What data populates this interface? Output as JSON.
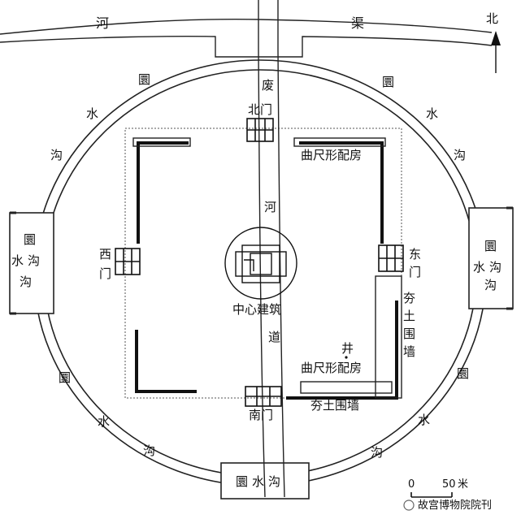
{
  "map": {
    "north_label": "北",
    "river_chars": [
      "河",
      "渠"
    ],
    "moat_chars": [
      "圜",
      "水",
      "沟"
    ],
    "moat_pond_label": [
      "圜",
      "水",
      "沟"
    ],
    "abandoned_channel_chars": [
      "废",
      "河",
      "道"
    ],
    "gates": {
      "north": "北门",
      "west": [
        "西",
        "门"
      ],
      "east": [
        "东",
        "门"
      ],
      "south": "南门"
    },
    "central_building": "中心建筑",
    "corner_rooms": "曲尺形配房",
    "well": "井",
    "rammed_earth_wall": "夯土围墙",
    "rammed_earth_wall_vertical": [
      "夯",
      "土",
      "围",
      "墙"
    ],
    "scale": {
      "zero": "0",
      "value": "50",
      "unit": "米"
    },
    "watermark": "故宫博物院院刊"
  }
}
